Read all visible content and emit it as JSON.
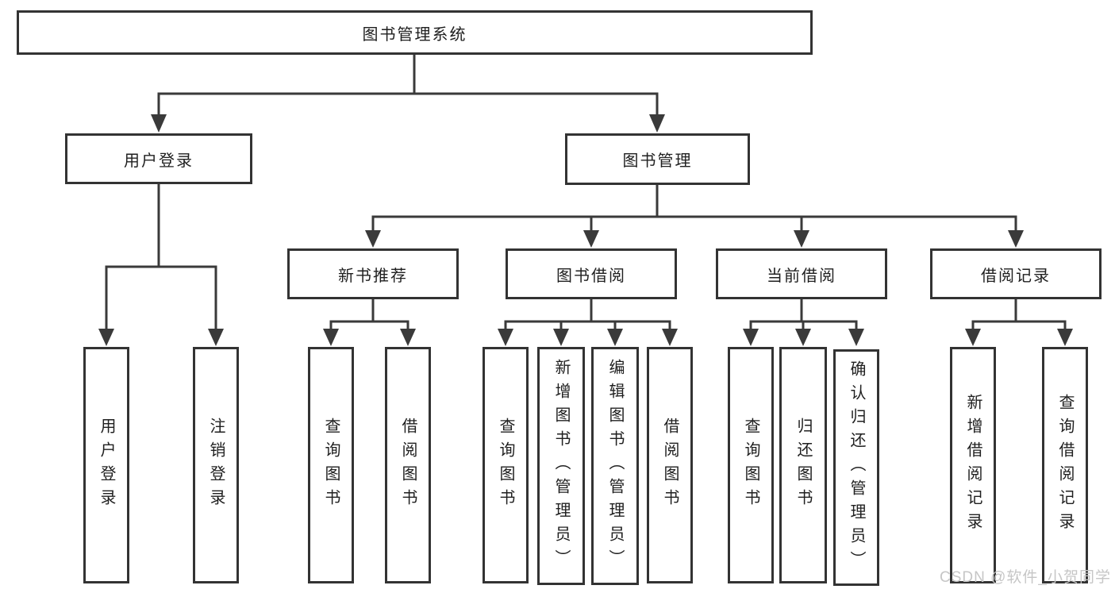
{
  "diagram": {
    "tree": {
      "label": "图书管理系统",
      "children": [
        {
          "label": "用户登录",
          "children": [
            {
              "label": "用户登录"
            },
            {
              "label": "注销登录"
            }
          ]
        },
        {
          "label": "图书管理",
          "children": [
            {
              "label": "新书推荐",
              "children": [
                {
                  "label": "查询图书"
                },
                {
                  "label": "借阅图书"
                }
              ]
            },
            {
              "label": "图书借阅",
              "children": [
                {
                  "label": "查询图书"
                },
                {
                  "label": "新增图书（管理员）"
                },
                {
                  "label": "编辑图书（管理员）"
                },
                {
                  "label": "借阅图书"
                }
              ]
            },
            {
              "label": "当前借阅",
              "children": [
                {
                  "label": "查询图书"
                },
                {
                  "label": "归还图书"
                },
                {
                  "label": "确认归还（管理员）"
                }
              ]
            },
            {
              "label": "借阅记录",
              "children": [
                {
                  "label": "新增借阅记录"
                },
                {
                  "label": "查询借阅记录"
                }
              ]
            }
          ]
        }
      ]
    },
    "watermark": "CSDN @软件_小贺同学",
    "colors": {
      "line": "#3a3a3a",
      "border": "#333333",
      "text": "#1f1f1f",
      "watermark": "#c6c6c6",
      "background": "#ffffff"
    }
  }
}
